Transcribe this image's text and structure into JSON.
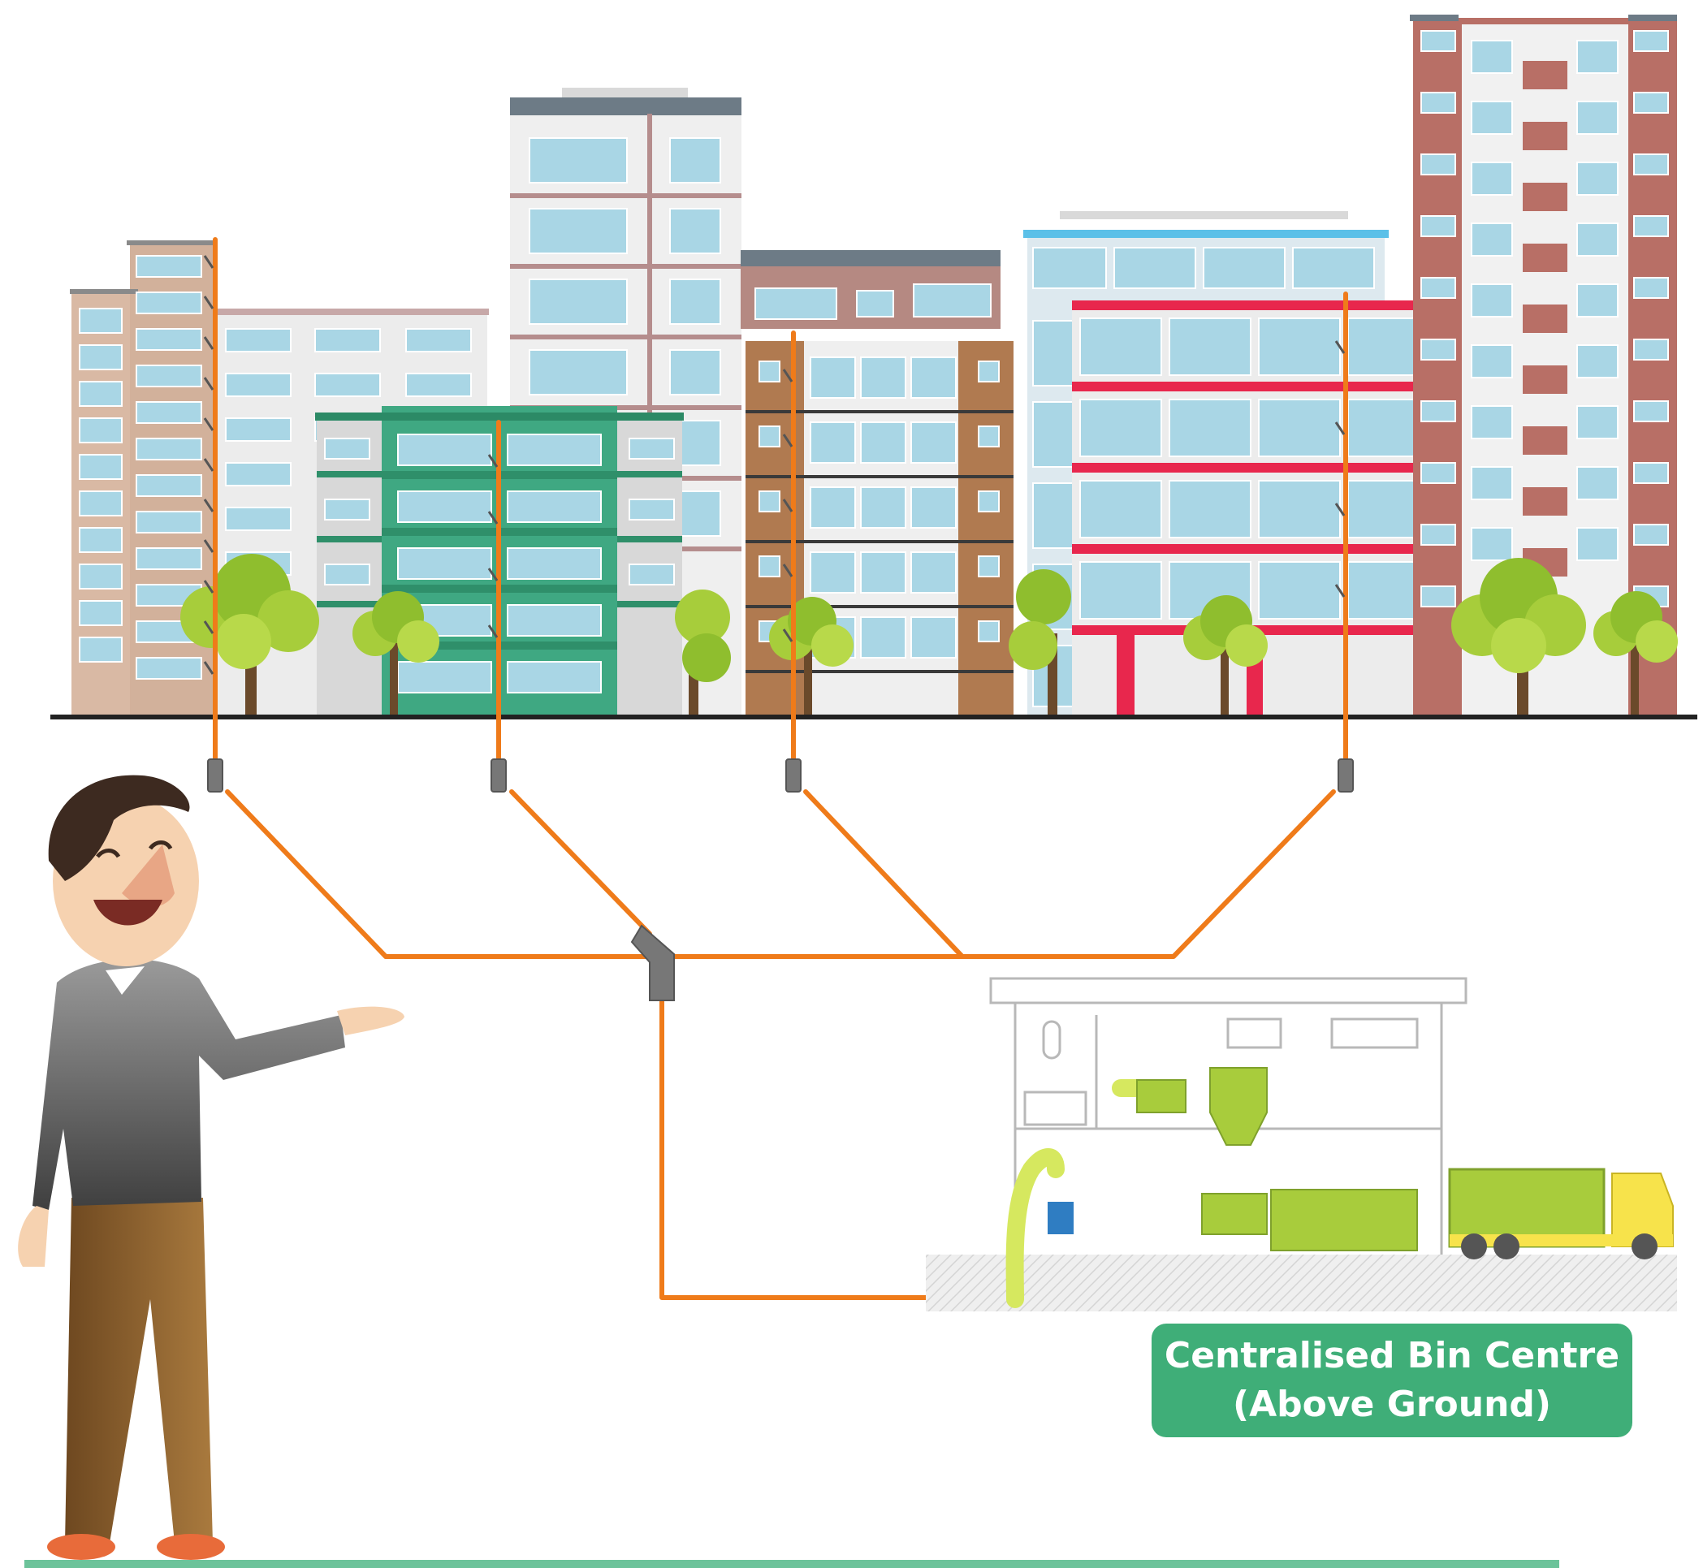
{
  "label": {
    "line1": "Centralised Bin Centre",
    "line2": "(Above Ground)"
  },
  "colors": {
    "pipe": "#ef7b1a",
    "pipe_joint": "#777777",
    "label_bg": "#3fae78",
    "label_text": "#ffffff",
    "ground_line": "#222222",
    "floor_strip": "#6cc39a"
  },
  "scene": {
    "buildings": [
      "brick-tower-left",
      "white-apartment",
      "tall-white-block",
      "green-block",
      "brown-apartment",
      "glass-office",
      "red-office",
      "brick-tower-right"
    ],
    "people": [
      "presenter-man"
    ],
    "facility": [
      "bin-centre-building",
      "garbage-truck"
    ]
  }
}
